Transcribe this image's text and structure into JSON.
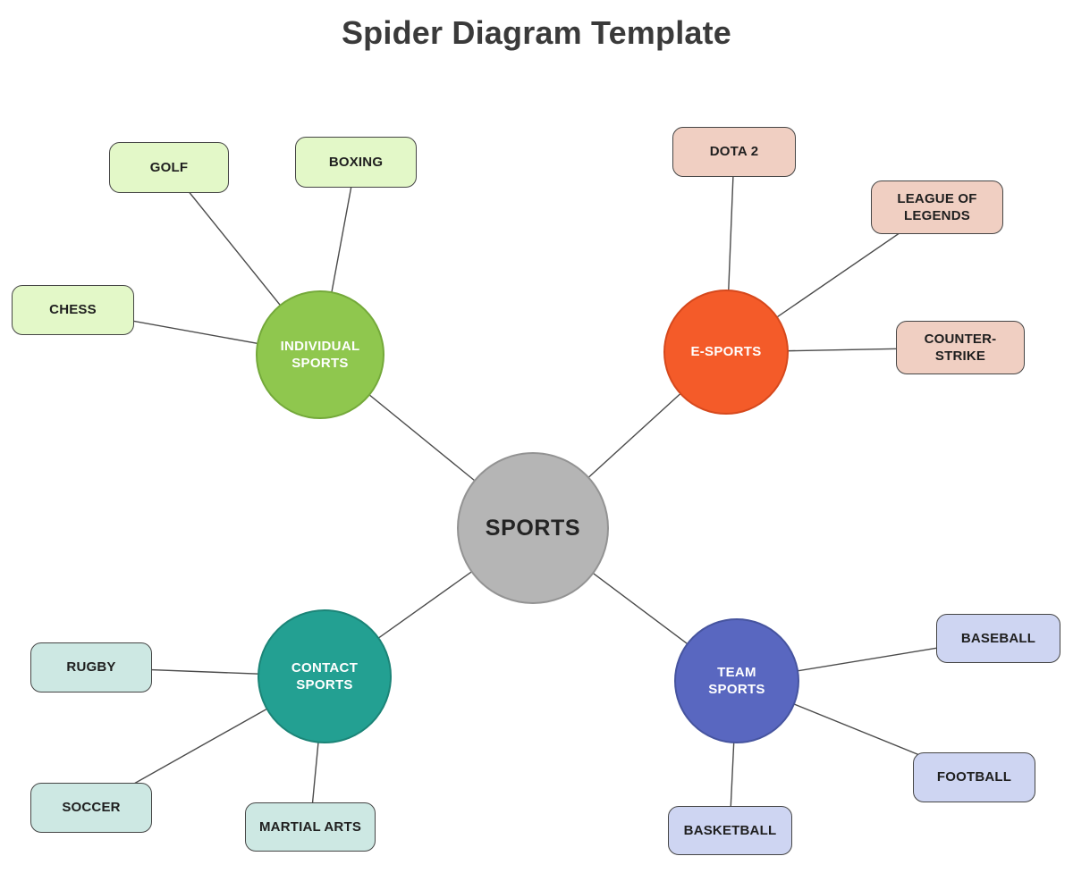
{
  "title": "Spider Diagram Template",
  "line_color": "#4b4b4b",
  "center": {
    "label": "SPORTS",
    "color": "#b5b5b5",
    "border_color": "#939393",
    "text_color": "#242424"
  },
  "branches": [
    {
      "label": "INDIVIDUAL\nSPORTS",
      "color": "#8fc74e",
      "border_color": "#74a93a",
      "children": [
        {
          "label": "GOLF",
          "color": "#e3f8c8",
          "border_color": "#454545"
        },
        {
          "label": "BOXING",
          "color": "#e3f8c8",
          "border_color": "#454545"
        },
        {
          "label": "CHESS",
          "color": "#e3f8c8",
          "border_color": "#454545"
        }
      ]
    },
    {
      "label": "E-SPORTS",
      "color": "#f45b29",
      "border_color": "#d6481c",
      "children": [
        {
          "label": "DOTA 2",
          "color": "#f0cfc2",
          "border_color": "#454545"
        },
        {
          "label": "LEAGUE OF\nLEGENDS",
          "color": "#f0cfc2",
          "border_color": "#454545"
        },
        {
          "label": "COUNTER-\nSTRIKE",
          "color": "#f0cfc2",
          "border_color": "#454545"
        }
      ]
    },
    {
      "label": "CONTACT\nSPORTS",
      "color": "#23a092",
      "border_color": "#1b8477",
      "children": [
        {
          "label": "RUGBY",
          "color": "#cde8e3",
          "border_color": "#454545"
        },
        {
          "label": "SOCCER",
          "color": "#cde8e3",
          "border_color": "#454545"
        },
        {
          "label": "MARTIAL ARTS",
          "color": "#cde8e3",
          "border_color": "#454545"
        }
      ]
    },
    {
      "label": "TEAM\nSPORTS",
      "color": "#5967c0",
      "border_color": "#46549f",
      "children": [
        {
          "label": "BASEBALL",
          "color": "#ced5f2",
          "border_color": "#454545"
        },
        {
          "label": "FOOTBALL",
          "color": "#ced5f2",
          "border_color": "#454545"
        },
        {
          "label": "BASKETBALL",
          "color": "#ced5f2",
          "border_color": "#454545"
        }
      ]
    }
  ]
}
